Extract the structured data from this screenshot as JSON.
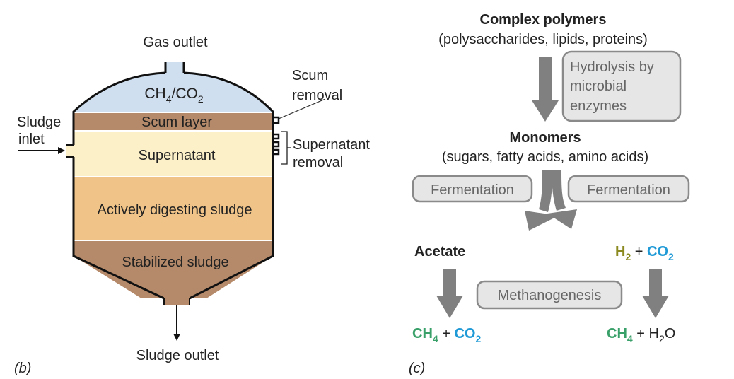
{
  "panel_b": {
    "label": "(b)",
    "gas_outlet": "Gas outlet",
    "gas": {
      "main": "CH",
      "sub1": "4",
      "mid": "/CO",
      "sub2": "2"
    },
    "scum_removal": [
      "Scum",
      "removal"
    ],
    "sludge_inlet": [
      "Sludge",
      "inlet"
    ],
    "supernatant_removal": [
      "Supernatant",
      "removal"
    ],
    "layers": {
      "scum": "Scum layer",
      "supernatant": "Supernatant",
      "active": "Actively digesting sludge",
      "stabilized": "Stabilized sludge"
    },
    "sludge_outlet": "Sludge outlet"
  },
  "panel_c": {
    "label": "(c)",
    "complex_title": "Complex polymers",
    "complex_sub": "(polysaccharides, lipids, proteins)",
    "hydrolysis": [
      "Hydrolysis by",
      "microbial",
      "enzymes"
    ],
    "monomers_title": "Monomers",
    "monomers_sub": "(sugars, fatty acids, amino acids)",
    "fermentation_left": "Fermentation",
    "fermentation_right": "Fermentation",
    "acetate": "Acetate",
    "h2co2": {
      "h": "H",
      "hsub": "2",
      "plus": " + ",
      "co": "CO",
      "cosub": "2"
    },
    "methanogenesis": "Methanogenesis",
    "product_left": {
      "ch": "CH",
      "chsub": "4",
      "plus": " + ",
      "co": "CO",
      "cosub": "2"
    },
    "product_right": {
      "ch": "CH",
      "chsub": "4",
      "plus": " + H",
      "hsub": "2",
      "o": "O"
    }
  },
  "colors": {
    "gas": "#cfdff0",
    "scum": "#b58a6a",
    "supernatant": "#fcf0c8",
    "active": "#f0c488",
    "stabilized": "#b58a6a",
    "arrow": "#808080",
    "box_fill": "#e6e6e6",
    "box_stroke": "#8a8a8a",
    "green": "#3aa06a",
    "blue": "#1f9ad6",
    "olive": "#8a8a20"
  }
}
